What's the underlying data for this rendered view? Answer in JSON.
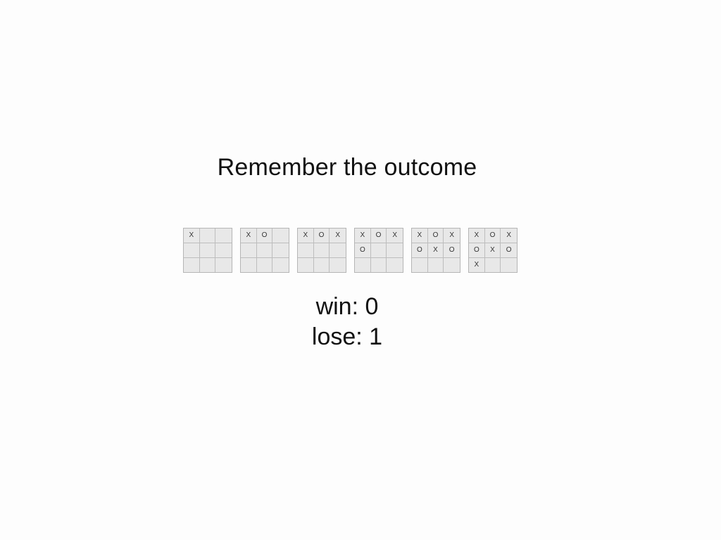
{
  "title": "Remember the outcome",
  "boards": [
    [
      "X",
      "",
      "",
      "",
      "",
      "",
      "",
      "",
      ""
    ],
    [
      "X",
      "O",
      "",
      "",
      "",
      "",
      "",
      "",
      ""
    ],
    [
      "X",
      "O",
      "X",
      "",
      "",
      "",
      "",
      "",
      ""
    ],
    [
      "X",
      "O",
      "X",
      "O",
      "",
      "",
      "",
      "",
      ""
    ],
    [
      "X",
      "O",
      "X",
      "O",
      "X",
      "O",
      "",
      "",
      ""
    ],
    [
      "X",
      "O",
      "X",
      "O",
      "X",
      "O",
      "X",
      "",
      ""
    ]
  ],
  "score": {
    "win_label": "win: 0",
    "lose_label": "lose: 1"
  }
}
